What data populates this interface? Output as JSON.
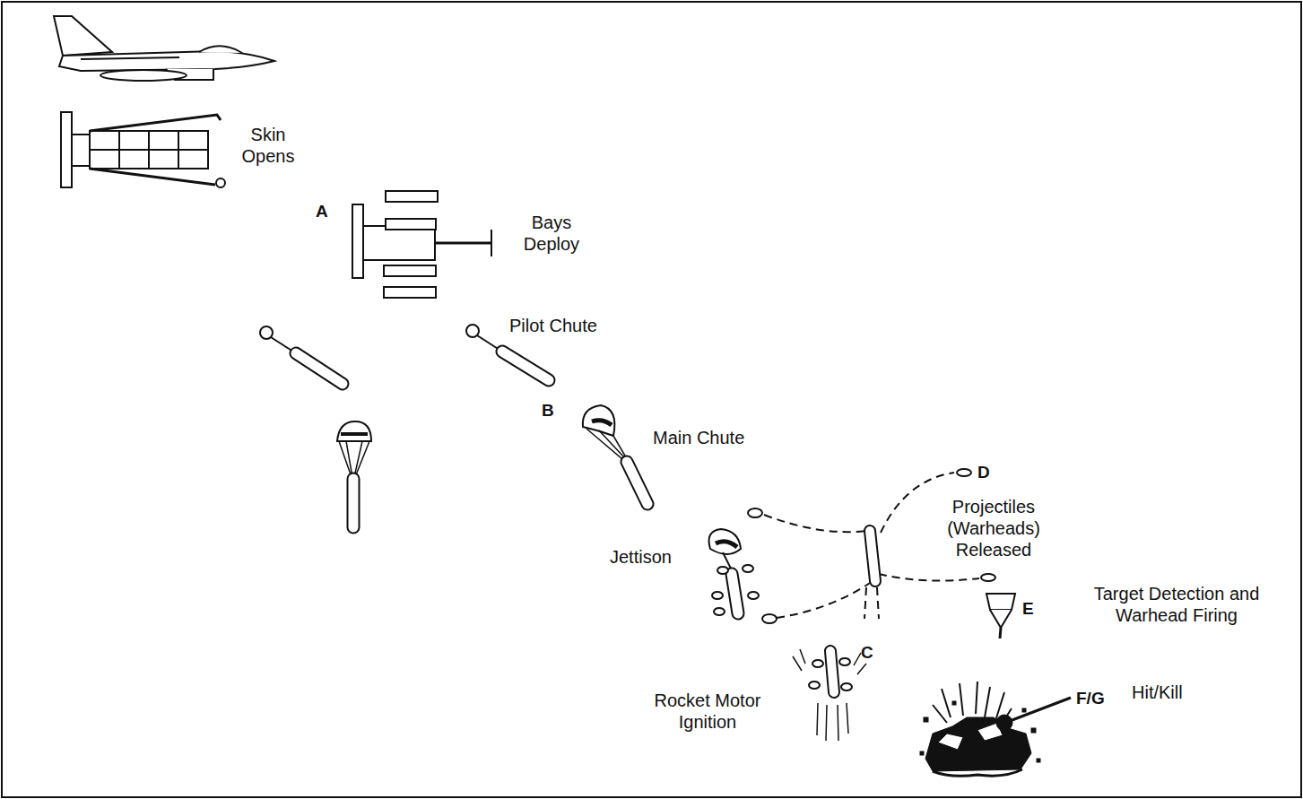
{
  "diagram": {
    "labels": [
      "Skin Opens",
      "A",
      "Bays Deploy",
      "Pilot Chute",
      "B",
      "Main Chute",
      "D",
      "Projectiles (Warheads) Released",
      "Jettison",
      "Target Detection and Warhead Firing",
      "E",
      "C",
      "Rocket Motor Ignition",
      "F/G",
      "Hit/Kill"
    ]
  }
}
